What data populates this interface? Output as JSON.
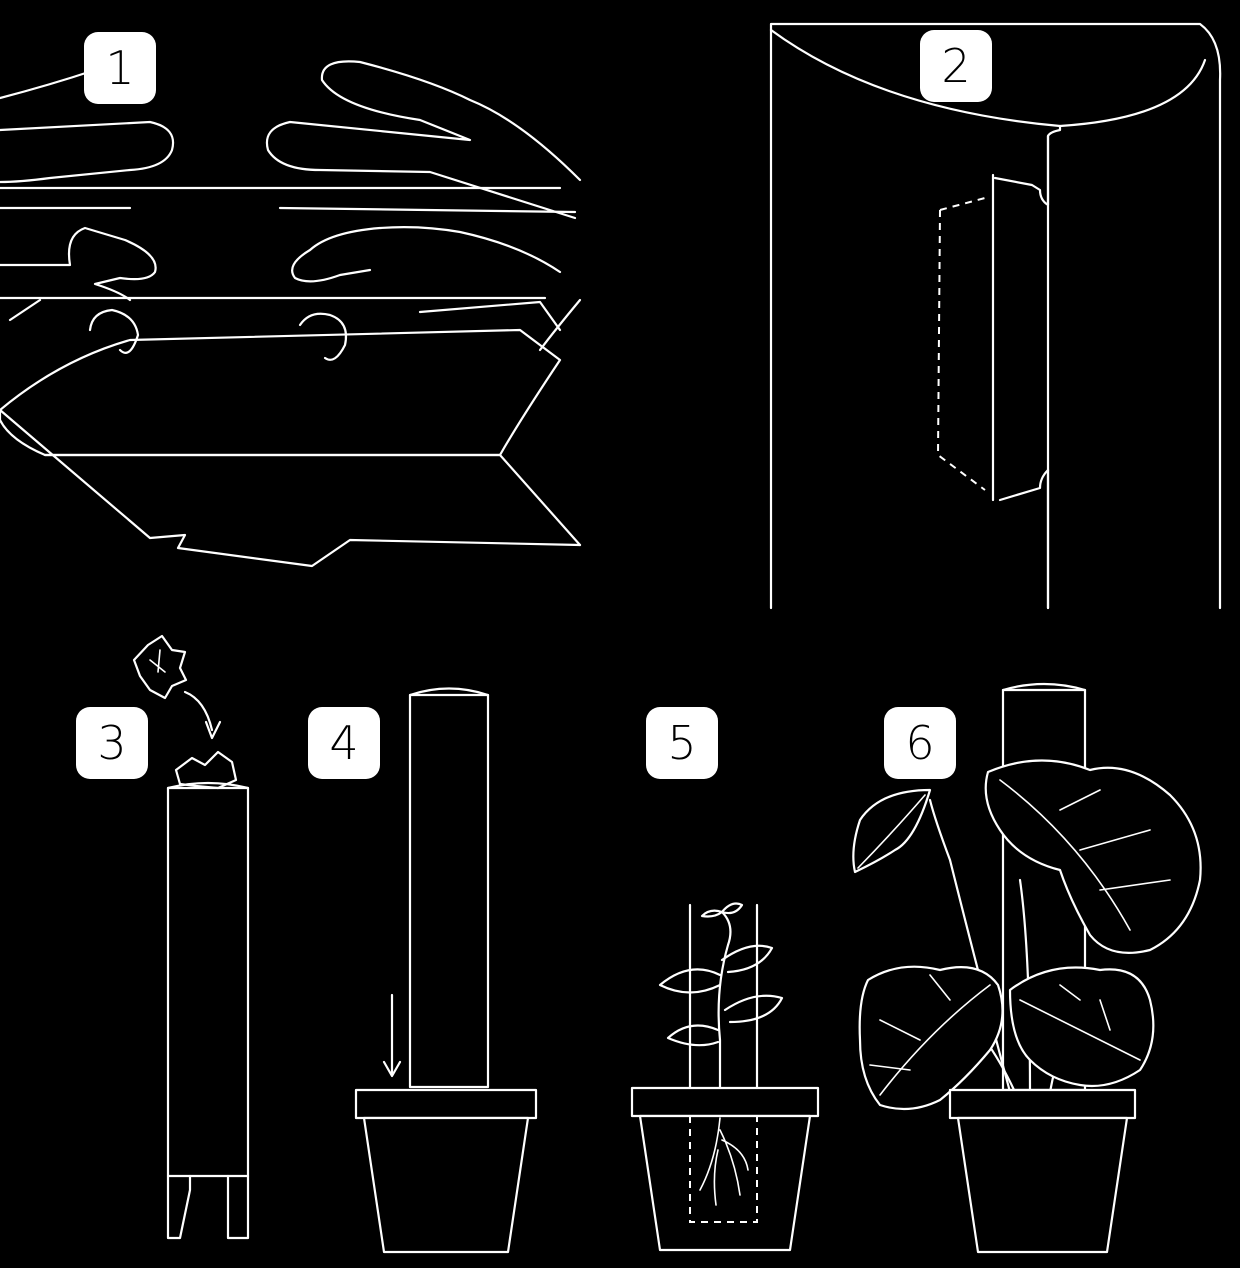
{
  "steps": [
    {
      "number": "1"
    },
    {
      "number": "2"
    },
    {
      "number": "3"
    },
    {
      "number": "4"
    },
    {
      "number": "5"
    },
    {
      "number": "6"
    }
  ],
  "colors": {
    "background": "#000000",
    "line": "#ffffff",
    "badge": "#ffffff",
    "badge_text": "#000000"
  }
}
